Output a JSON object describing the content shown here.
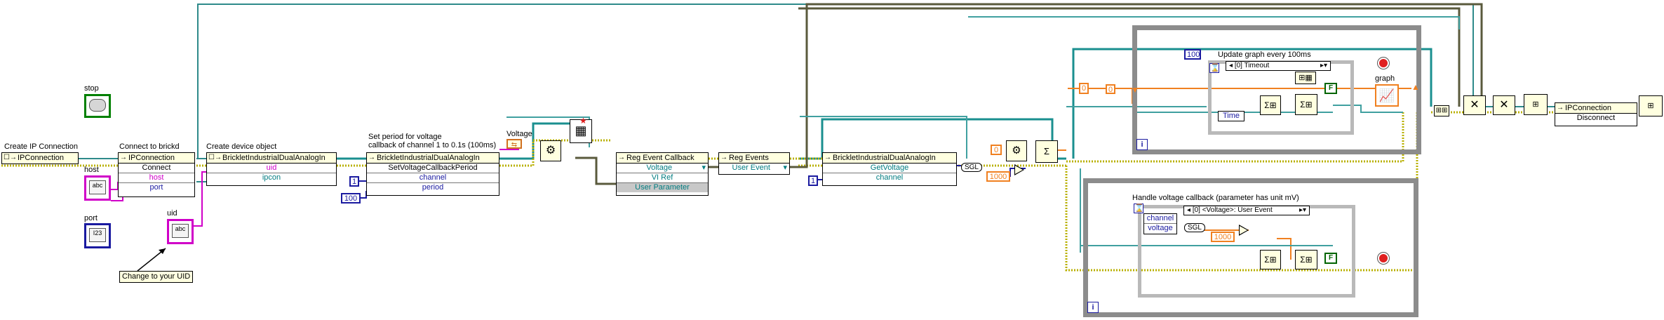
{
  "labels": {
    "create_ip": "Create IP Connection",
    "connect_brickd": "Connect to brickd",
    "create_device": "Create device object",
    "set_period_1": "Set period for voltage",
    "set_period_2": "callback of channel 1 to 0.1s (100ms)",
    "voltage": "Voltage",
    "stop": "stop",
    "host": "host",
    "port": "port",
    "uid": "uid",
    "change_uid": "Change to your UID",
    "update_graph": "Update graph every 100ms",
    "graph": "graph",
    "handle_voltage": "Handle voltage callback (parameter has unit mV)",
    "time": "Time"
  },
  "nodes": {
    "ipconnection_create": {
      "title": "IPConnection"
    },
    "ipconnection_connect": {
      "title": "IPConnection",
      "rows": [
        "Connect",
        "host",
        "port"
      ]
    },
    "brick_create": {
      "title": "BrickletIndustrialDualAnalogIn",
      "rows": [
        "uid",
        "ipcon"
      ]
    },
    "brick_setperiod": {
      "title": "BrickletIndustrialDualAnalogIn",
      "rows": [
        "SetVoltageCallbackPeriod",
        "channel",
        "period"
      ]
    },
    "reg_event_callback": {
      "title": "Reg Event Callback",
      "rows": [
        "Voltage",
        "VI Ref",
        "User Parameter"
      ]
    },
    "reg_events": {
      "title": "Reg Events",
      "rows": [
        "User Event"
      ]
    },
    "brick_getvoltage": {
      "title": "BrickletIndustrialDualAnalogIn",
      "rows": [
        "GetVoltage",
        "channel"
      ]
    },
    "ipconnection_disconnect": {
      "title": "IPConnection",
      "rows": [
        "Disconnect"
      ]
    },
    "event_data": {
      "rows": [
        "channel",
        "voltage"
      ]
    }
  },
  "controls": {
    "stop_text": "",
    "host_text": "abc",
    "port_text": "I23",
    "uid_text": "abc",
    "host_sub": "abc",
    "uid_sub": "abc"
  },
  "constants": {
    "channel_1": "1",
    "period_100": "100",
    "channel_1b": "1",
    "divisor_1000": "1000",
    "divisor_1000b": "1000",
    "zero_a": "0",
    "zero_b": "0",
    "zero_c": "0",
    "timeout_100": "100",
    "sgl_a": "SGL",
    "sgl_b": "SGL",
    "bool_f_a": "F",
    "bool_f_b": "F"
  },
  "case_selectors": {
    "timeout": "[0] Timeout",
    "voltage_event": "[0] <Voltage>: User Event"
  },
  "loop_iter": "i",
  "colors": {
    "string_pink": "#d000c8",
    "refnum_teal": "#007c80",
    "numeric_blue": "#1a1aa0",
    "numeric_orange": "#f08020",
    "boolean_green": "#006400",
    "error_yellow": "#c8c800",
    "loop_gray": "#8c8c8c"
  }
}
